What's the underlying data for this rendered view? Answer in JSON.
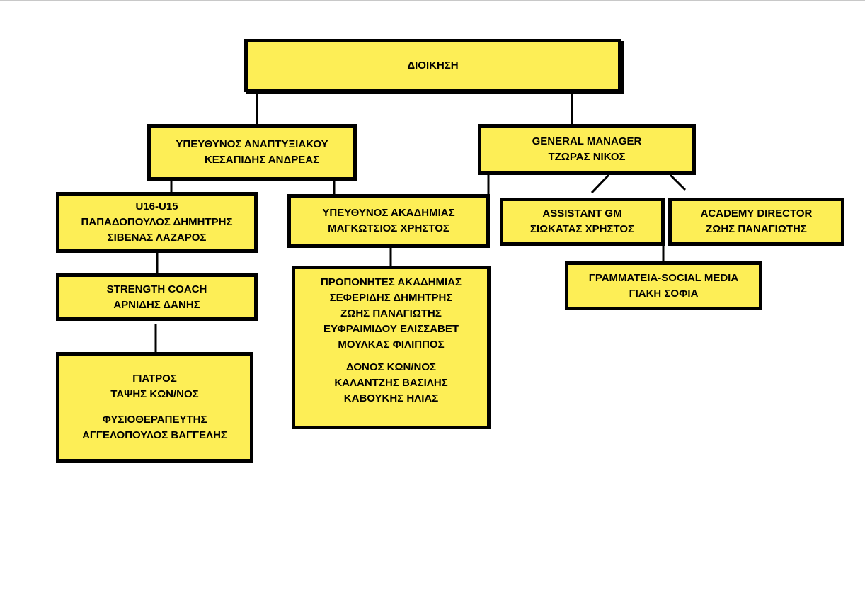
{
  "colors": {
    "box_fill": "#fdee56",
    "border": "#000000",
    "background": "#ffffff"
  },
  "nodes": {
    "admin": {
      "lines": [
        "ΔΙΟΙΚΗΣΗ"
      ]
    },
    "dev_head": {
      "lines": [
        "ΥΠΕΥΘΥΝΟΣ ΑΝΑΠΤΥΞΙΑΚΟΥ",
        "ΚΕΣΑΠΙΔΗΣ ΑΝΔΡΕΑΣ"
      ]
    },
    "gm": {
      "lines": [
        "GENERAL MANAGER",
        "ΤΖΩΡΑΣ ΝΙΚΟΣ"
      ]
    },
    "u16": {
      "lines": [
        "U16-U15",
        "ΠΑΠΑΔΟΠΟΥΛΟΣ ΔΗΜΗΤΡΗΣ",
        "ΣΙΒΕΝΑΣ ΛΑΖΑΡΟΣ"
      ]
    },
    "academy_head": {
      "lines": [
        "ΥΠΕΥΘΥΝΟΣ ΑΚΑΔΗΜΙΑΣ",
        "ΜΑΓΚΩΤΣΙΟΣ ΧΡΗΣΤΟΣ"
      ]
    },
    "assistant_gm": {
      "lines": [
        "ASSISTANT GM",
        "ΣΙΩΚΑΤΑΣ ΧΡΗΣΤΟΣ"
      ]
    },
    "academy_director": {
      "lines": [
        "ACADEMY DIRECTOR",
        "ΖΩΗΣ ΠΑΝΑΓΙΩΤΗΣ"
      ]
    },
    "strength": {
      "lines": [
        "STRENGTH COACH",
        "ΑΡΝΙΔΗΣ ΔΑΝΗΣ"
      ]
    },
    "coaches": {
      "group1": [
        "ΠΡΟΠΟΝΗΤΕΣ ΑΚΑΔΗΜΙΑΣ",
        "ΣΕΦΕΡΙΔΗΣ ΔΗΜΗΤΡΗΣ",
        "ΖΩΗΣ ΠΑΝΑΓΙΩΤΗΣ",
        "ΕΥΦΡΑΙΜΙΔΟΥ ΕΛΙΣΣΑΒΕΤ",
        "ΜΟΥΛΚΑΣ ΦΙΛΙΠΠΟΣ"
      ],
      "group2": [
        "ΔΟΝΟΣ ΚΩΝ/ΝΟΣ",
        "ΚΑΛΑΝΤΖΗΣ ΒΑΣΙΛΗΣ",
        "ΚΑΒΟΥΚΗΣ ΗΛΙΑΣ"
      ]
    },
    "secretariat": {
      "lines": [
        "ΓΡΑΜΜΑΤΕΙΑ-SOCIAL MEDIA",
        "ΓΙΑΚΗ ΣΟΦΙΑ"
      ]
    },
    "medical": {
      "group1": [
        "ΓΙΑΤΡΟΣ",
        "ΤΑΨΗΣ ΚΩΝ/ΝΟΣ"
      ],
      "group2": [
        "ΦΥΣΙΟΘΕΡΑΠΕΥΤΗΣ",
        "ΑΓΓΕΛΟΠΟΥΛΟΣ ΒΑΓΓΕΛΗΣ"
      ]
    }
  }
}
